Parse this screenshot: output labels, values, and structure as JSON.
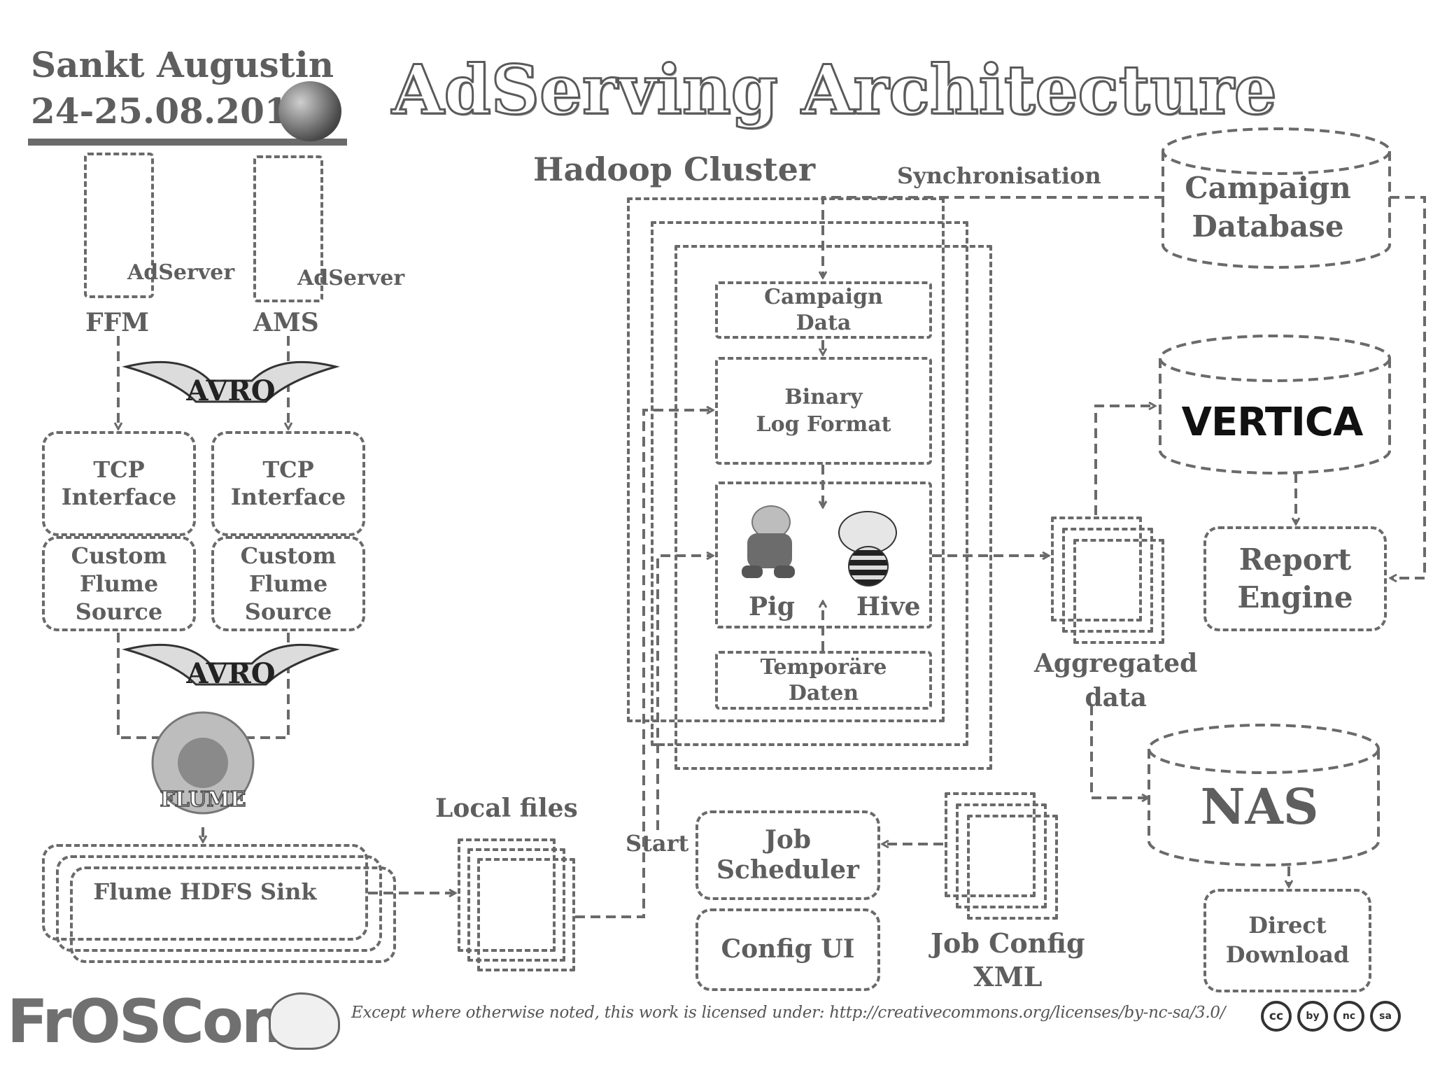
{
  "header": {
    "venue": "Sankt Augustin",
    "date": "24-25.08.2013",
    "title": "AdServing Architecture"
  },
  "adservers": [
    {
      "label": "AdServer",
      "location": "FFM"
    },
    {
      "label": "AdServer",
      "location": "AMS"
    }
  ],
  "avro_logo_text": "AVRO",
  "flume_logo_text": "FLUME",
  "tcp_interface": "TCP\nInterface",
  "custom_source": "Custom\nFlume\nSource",
  "hdfs_sink": "Flume HDFS Sink",
  "local_files": "Local files",
  "hadoop": {
    "title": "Hadoop Cluster",
    "sync": "Synchronisation",
    "campaign_data": "Campaign\nData",
    "binary_log": "Binary\nLog Format",
    "pig": "Pig",
    "hive": "Hive",
    "temp": "Temporäre\nDaten"
  },
  "scheduler": {
    "start": "Start",
    "job_scheduler": "Job\nScheduler",
    "config_ui": "Config UI",
    "job_config_xml": "Job Config\nXML"
  },
  "campaign_db": "Campaign\nDatabase",
  "vertica": "VERTICA",
  "report_engine": "Report\nEngine",
  "aggregated": "Aggregated\ndata",
  "nas": "NAS",
  "direct_download": "Direct\nDownload",
  "footer": {
    "logo": "FrOSCon",
    "license": "Except where otherwise noted, this work is licensed under: http://creativecommons.org/licenses/by-nc-sa/3.0/",
    "cc_icons": [
      "cc",
      "by",
      "nc",
      "sa"
    ]
  },
  "colors": {
    "line": "#6a6a6a",
    "text": "#5e5e5e"
  }
}
